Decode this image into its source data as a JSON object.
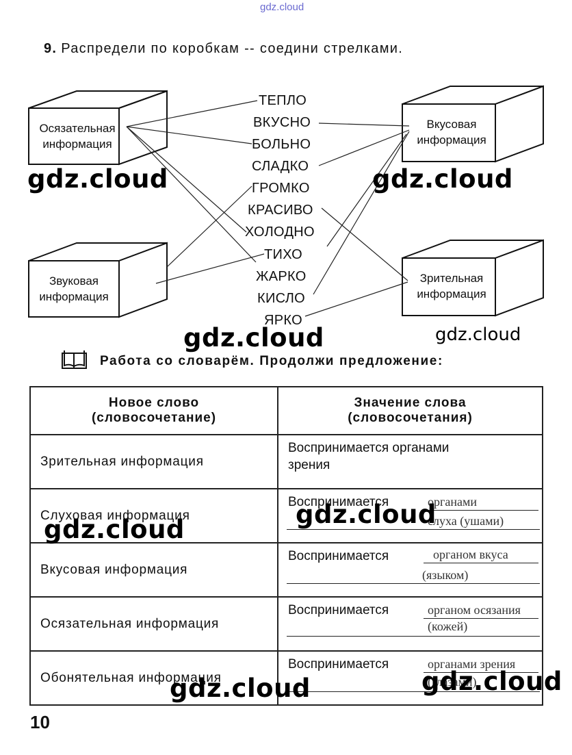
{
  "watermark": {
    "top": "gdz.cloud",
    "main": "gdz.cloud"
  },
  "task": {
    "number": "9.",
    "text": "Распредели по коробкам -- соедини стрелками."
  },
  "boxes": {
    "touch": {
      "line1": "Осязательная",
      "line2": "информация"
    },
    "sound": {
      "line1": "Звуковая",
      "line2": "информация"
    },
    "taste": {
      "line1": "Вкусовая",
      "line2": "информация"
    },
    "sight": {
      "line1": "Зрительная",
      "line2": "информация"
    }
  },
  "words": [
    "ТЕПЛО",
    "ВКУСНО",
    "БОЛЬНО",
    "СЛАДКО",
    "ГРОМКО",
    "КРАСИВО",
    "ХОЛОДНО",
    "ТИХО",
    "ЖАРКО",
    "КИСЛО",
    "ЯРКО"
  ],
  "section_title": "Работа со словарём. Продолжи предложение:",
  "table": {
    "header_left_1": "Новое слово",
    "header_left_2": "(словосочетание)",
    "header_right_1": "Значение слова",
    "header_right_2": "(словосочетания)",
    "rows": [
      {
        "term": "Зрительная информация",
        "meaning_1": "Воспринимается органами",
        "meaning_2": "зрения"
      },
      {
        "term": "Слуховая информация",
        "meaning": "Воспринимается",
        "hw_1": "органами",
        "hw_2": "слуха (ушами)"
      },
      {
        "term": "Вкусовая информация",
        "meaning": "Воспринимается",
        "hw_1": "органом вкуса",
        "hw_2": "(языком)"
      },
      {
        "term": "Осязательная информация",
        "meaning": "Воспринимается",
        "hw_1": "органом осязания",
        "hw_2": "(кожей)"
      },
      {
        "term": "Обонятельная информация",
        "meaning": "Воспринимается",
        "hw_1": "органами зрения",
        "hw_2": "(глазами)"
      }
    ]
  },
  "page_number": "10"
}
